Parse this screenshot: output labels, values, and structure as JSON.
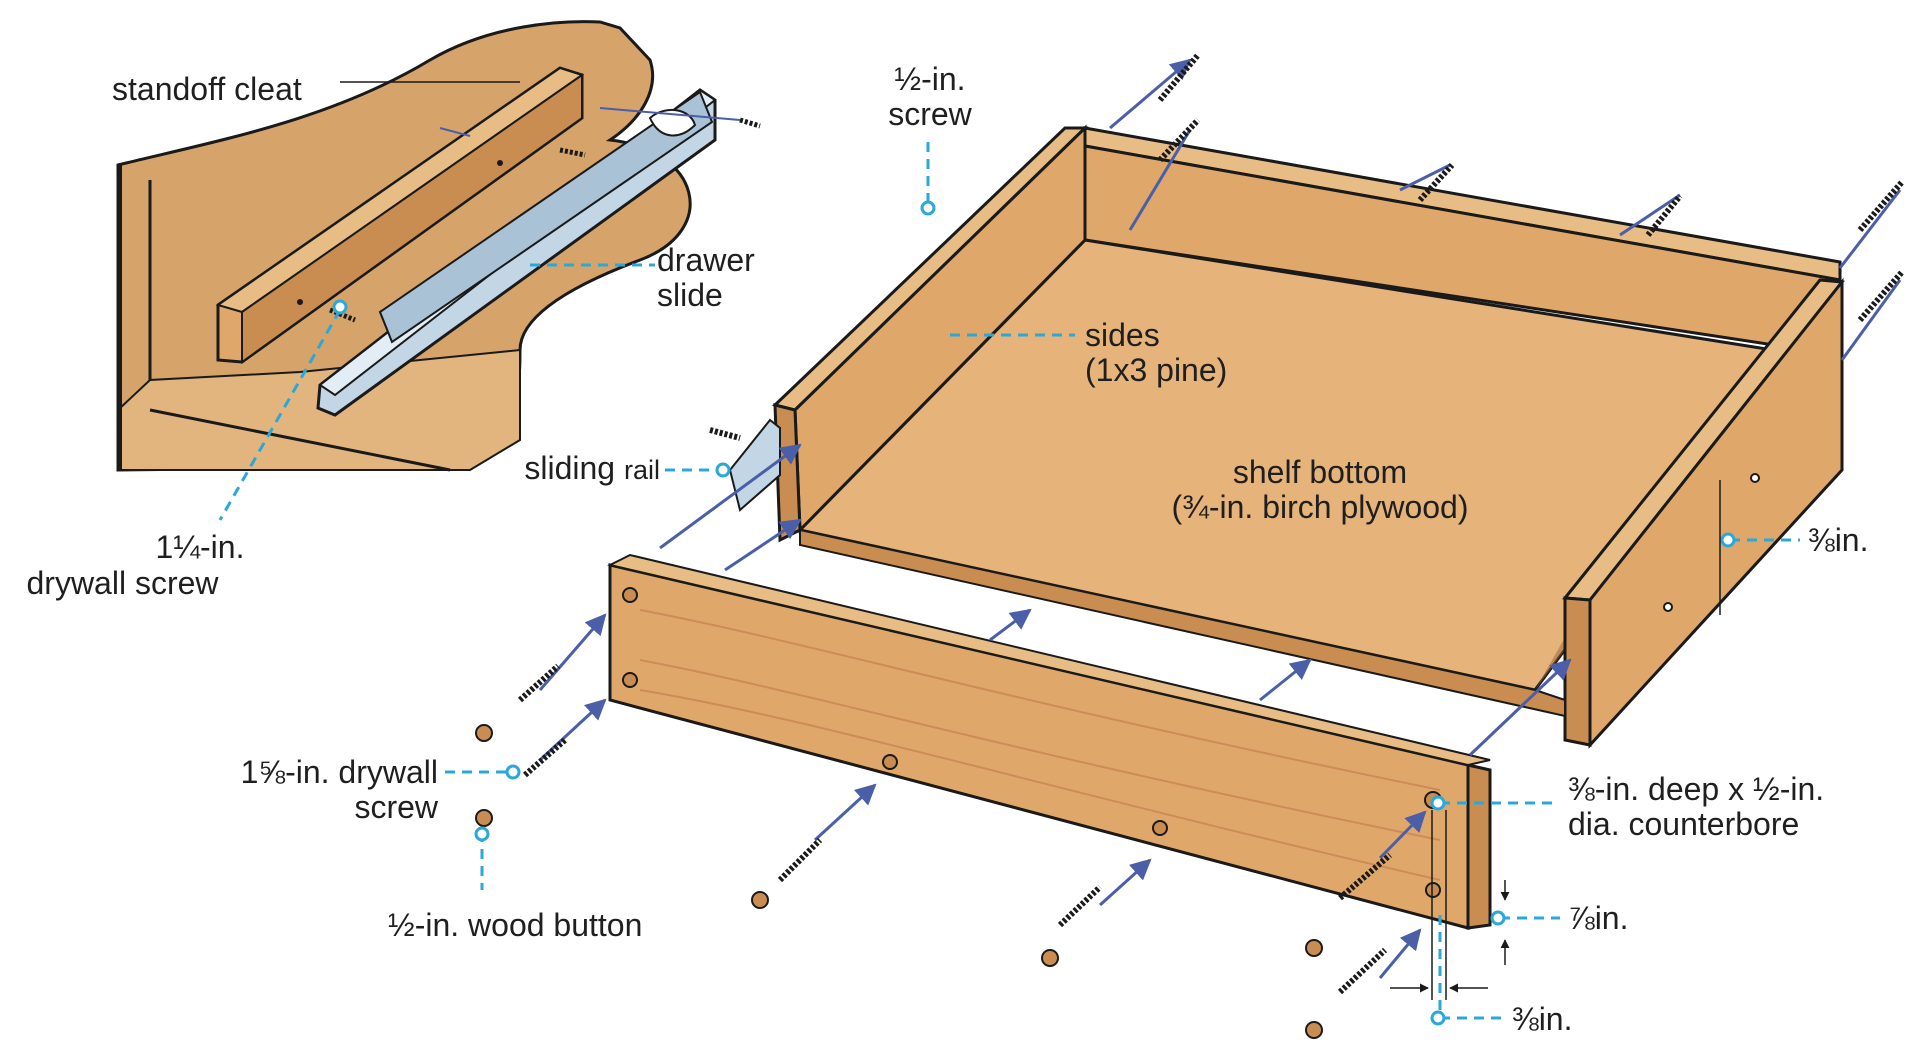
{
  "labels": {
    "standoff_cleat": "standoff cleat",
    "drawer_slide_1": "drawer",
    "drawer_slide_2": "slide",
    "drywall_screw_short_1": "1¼-in.",
    "drywall_screw_short_2": "drywall screw",
    "half_in_screw_1": "½-in.",
    "half_in_screw_2": "screw",
    "sides_1": "sides",
    "sides_2": "(1x3 pine)",
    "sliding_rail_a": "sliding ",
    "sliding_rail_b": "rail",
    "shelf_bottom_1": "shelf bottom",
    "shelf_bottom_2": "(¾-in. birch plywood)",
    "three_eighths_right": "⅜in.",
    "drywall_screw_long_1": "1⅝-in. drywall",
    "drywall_screw_long_2": "screw",
    "wood_button": "½-in. wood button",
    "counterbore_1": "⅜-in. deep x ½-in.",
    "counterbore_2": "dia. counterbore",
    "seven_eighths": "⅞in.",
    "three_eighths_bottom": "⅜in."
  },
  "colors": {
    "wood": "#dfa86a",
    "wood_dark": "#b97a3f",
    "wood_grain": "#c4774f",
    "plywood": "#e6b37a",
    "wall": "#d6a46a",
    "metal": "#c3d6e6",
    "leader": "#2aa8d8",
    "arrow": "#4b5ea8",
    "outline": "#1a1a1a"
  }
}
